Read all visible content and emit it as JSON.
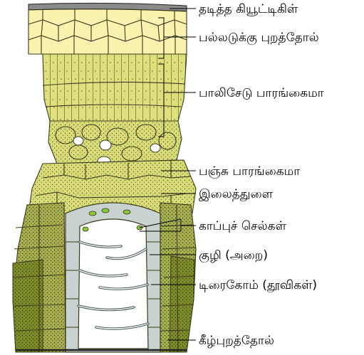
{
  "labels": {
    "thick_cuticle": "தடித்த கியூட்டிகிள்",
    "multiple_epidermis": "பல்லடுக்கு புறத்தோல்",
    "palisade": "பாலிசேடு பாரங்கைமா",
    "spongy": "பஞ்சு பாரங்கைமா",
    "stoma": "இலைத்துளை",
    "guard_cells": "காப்புச் செல்கள்",
    "pit": "குழி (அறை)",
    "trichomes": "டிரைகோம் (தூவிகள்)",
    "lower_epidermis": "கீழ்புறத்தோல்"
  },
  "colors": {
    "cuticle": "#8a8a8a",
    "epidermis": "#fbf2b0",
    "palisade": "#dde07c",
    "spongy": "#d8dc78",
    "dark_tissue": "#7f8c2a",
    "mid_tissue": "#a8b050",
    "pit_cells": "#c8d2d0",
    "guard": "#8cc83c",
    "outline": "#3a3a1a"
  }
}
